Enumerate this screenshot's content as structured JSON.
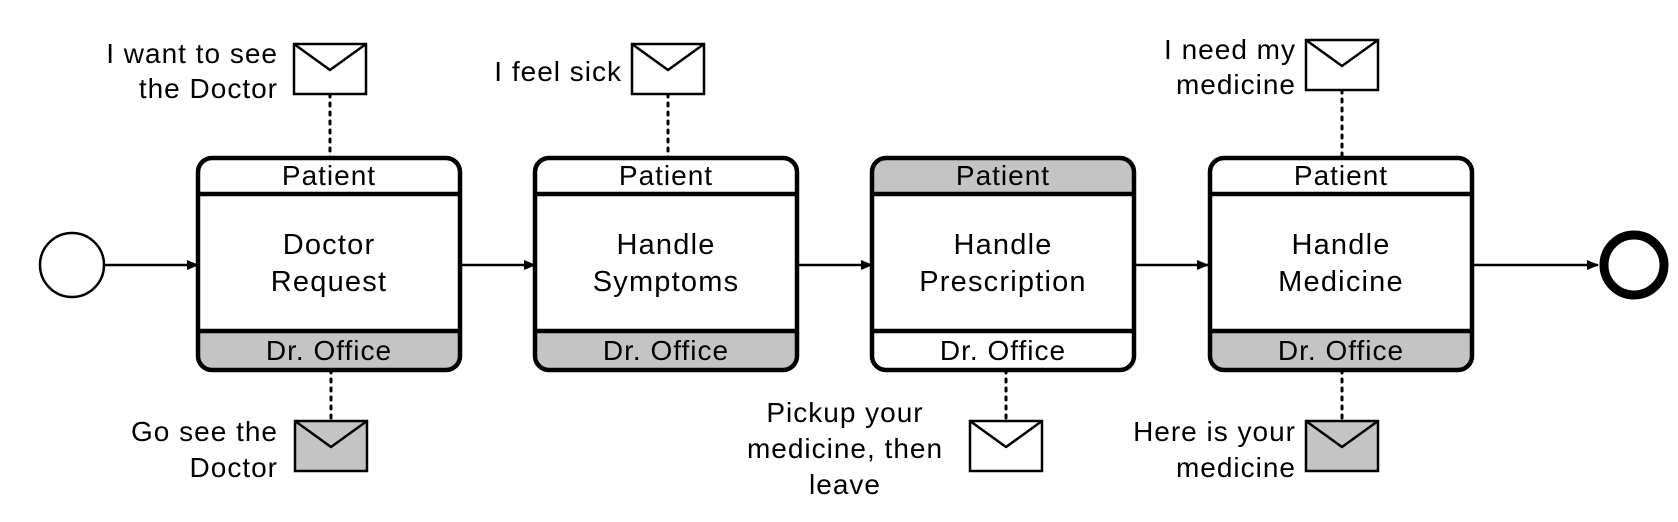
{
  "colors": {
    "stroke": "#000000",
    "initiating_band": "#ffffff",
    "shaded_band": "#c4c4c4",
    "outgoing_envelope": "#c4c4c4",
    "incoming_envelope": "#ffffff"
  },
  "events": {
    "start": {
      "icon": "start-event-circle"
    },
    "end": {
      "icon": "end-event-circle"
    }
  },
  "tasks": [
    {
      "name_lines": [
        "Doctor",
        "Request"
      ],
      "top_participant": "Patient",
      "bottom_participant": "Dr. Office",
      "top_shaded": false,
      "bottom_shaded": true,
      "top_message": {
        "lines": [
          "I want to see",
          "the Doctor"
        ],
        "shaded": false
      },
      "bottom_message": {
        "lines": [
          "Go see the",
          "Doctor"
        ],
        "shaded": true
      }
    },
    {
      "name_lines": [
        "Handle",
        "Symptoms"
      ],
      "top_participant": "Patient",
      "bottom_participant": "Dr. Office",
      "top_shaded": false,
      "bottom_shaded": true,
      "top_message": {
        "lines": [
          "I feel sick"
        ],
        "shaded": false
      },
      "bottom_message": null
    },
    {
      "name_lines": [
        "Handle",
        "Prescription"
      ],
      "top_participant": "Patient",
      "bottom_participant": "Dr. Office",
      "top_shaded": true,
      "bottom_shaded": false,
      "top_message": null,
      "bottom_message": {
        "lines": [
          "Pickup your",
          "medicine, then",
          "leave"
        ],
        "shaded": false
      }
    },
    {
      "name_lines": [
        "Handle",
        "Medicine"
      ],
      "top_participant": "Patient",
      "bottom_participant": "Dr. Office",
      "top_shaded": false,
      "bottom_shaded": true,
      "top_message": {
        "lines": [
          "I need my",
          "medicine"
        ],
        "shaded": false
      },
      "bottom_message": {
        "lines": [
          "Here is your",
          "medicine"
        ],
        "shaded": true
      }
    }
  ]
}
